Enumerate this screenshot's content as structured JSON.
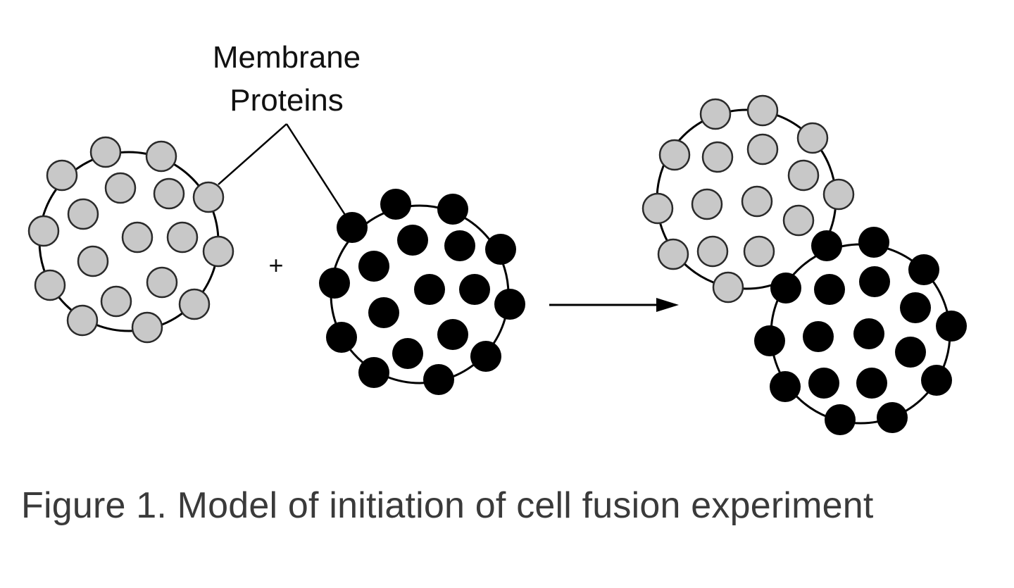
{
  "callout": {
    "line1": "Membrane",
    "line2": "Proteins"
  },
  "operator": "+",
  "caption": "Figure 1. Model of initiation of cell fusion experiment",
  "colors": {
    "protein_light": "#c8c8c8",
    "protein_dark": "#000000",
    "membrane": "#000000",
    "background": "#ffffff"
  }
}
